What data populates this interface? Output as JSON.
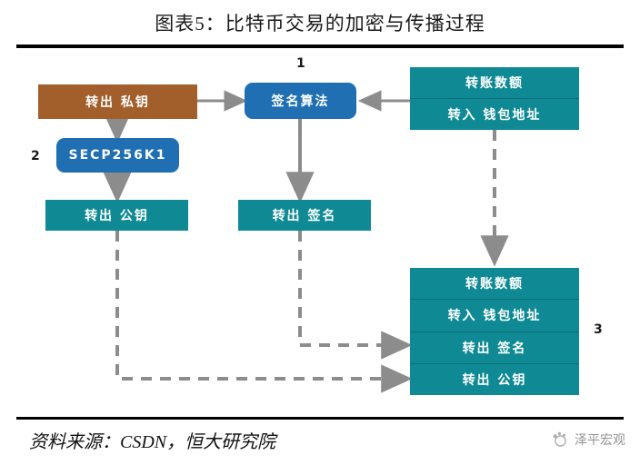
{
  "header": {
    "title": "图表5：比特币交易的加密与传播过程"
  },
  "footer": {
    "source": "资料来源：CSDN，恒大研究院",
    "watermark_text": "泽平宏观",
    "watermark_icon": "paw-circle-logo-icon"
  },
  "colors": {
    "brown": "#A35F2B",
    "blue": "#1F6FB2",
    "teal": "#0F8A94",
    "arrow_gray": "#8C8C8C",
    "rule_black": "#000000"
  },
  "diagram": {
    "type": "flowchart",
    "step_labels": [
      {
        "id": "step-1",
        "text": "1"
      },
      {
        "id": "step-2",
        "text": "2"
      },
      {
        "id": "step-3",
        "text": "3"
      }
    ],
    "nodes": [
      {
        "id": "private-key",
        "label": "转出 私钥",
        "color": "brown",
        "shape": "rect"
      },
      {
        "id": "secp256k1",
        "label": "SECP256K1",
        "color": "blue",
        "shape": "rounded"
      },
      {
        "id": "public-key",
        "label": "转出 公钥",
        "color": "teal",
        "shape": "rect"
      },
      {
        "id": "signature-algo",
        "label": "签名算法",
        "color": "blue",
        "shape": "rounded"
      },
      {
        "id": "signature-out",
        "label": "转出 签名",
        "color": "teal",
        "shape": "rect"
      }
    ],
    "tx_input": {
      "id": "tx-input",
      "color": "teal",
      "rows": [
        "转账数额",
        "转入 钱包地址"
      ]
    },
    "tx_output": {
      "id": "tx-output",
      "color": "teal",
      "rows": [
        "转账数额",
        "转入 钱包地址",
        "转出 签名",
        "转出 公钥"
      ]
    },
    "edges": [
      {
        "from": "private-key",
        "to": "signature-algo",
        "style": "solid"
      },
      {
        "from": "private-key",
        "to": "secp256k1",
        "style": "solid"
      },
      {
        "from": "secp256k1",
        "to": "public-key",
        "style": "solid"
      },
      {
        "from": "signature-algo",
        "to": "signature-out",
        "style": "solid"
      },
      {
        "from": "tx-input",
        "to": "signature-algo",
        "style": "solid"
      },
      {
        "from": "tx-input",
        "to": "tx-output",
        "style": "dashed"
      },
      {
        "from": "signature-out",
        "to": "tx-output",
        "style": "dashed"
      },
      {
        "from": "public-key",
        "to": "tx-output",
        "style": "dashed"
      }
    ]
  }
}
